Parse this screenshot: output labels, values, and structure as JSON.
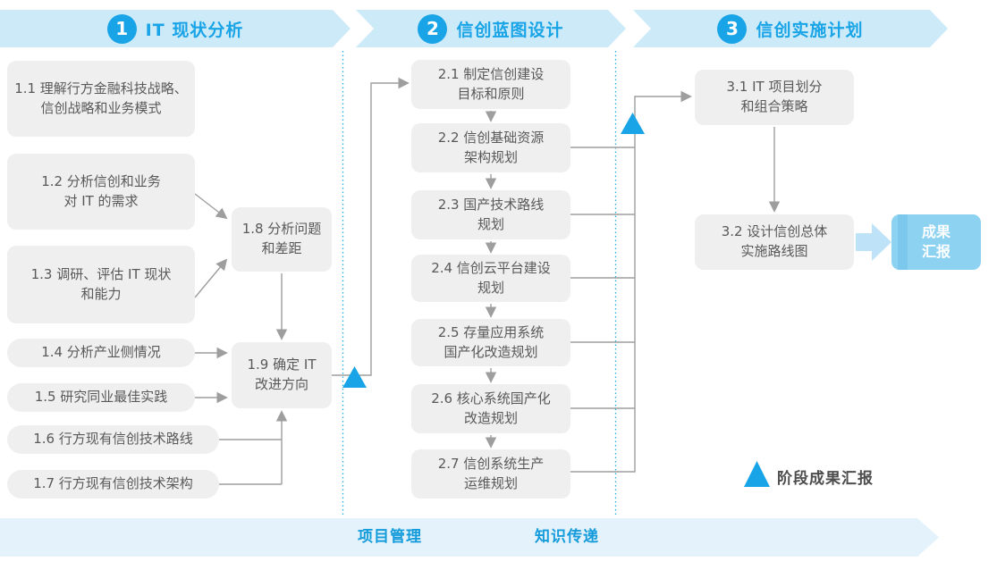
{
  "phases": [
    {
      "number": "1",
      "title": "IT 现状分析"
    },
    {
      "number": "2",
      "title": "信创蓝图设计"
    },
    {
      "number": "3",
      "title": "信创实施计划"
    }
  ],
  "phase1": {
    "boxes": [
      {
        "label": "1.1 理解行方金融科技战略、\n信创战略和业务模式"
      },
      {
        "label": "1.2 分析信创和业务\n对 IT 的需求"
      },
      {
        "label": "1.3 调研、评估 IT 现状\n和能力"
      },
      {
        "label": "1.4 分析产业侧情况"
      },
      {
        "label": "1.5 研究同业最佳实践"
      },
      {
        "label": "1.6 行方现有信创技术路线"
      },
      {
        "label": "1.7 行方现有信创技术架构"
      },
      {
        "label": "1.8 分析问题\n和差距"
      },
      {
        "label": "1.9 确定 IT\n改进方向"
      }
    ]
  },
  "phase2": {
    "boxes": [
      {
        "label": "2.1 制定信创建设\n目标和原则"
      },
      {
        "label": "2.2 信创基础资源\n架构规划"
      },
      {
        "label": "2.3 国产技术路线\n规划"
      },
      {
        "label": "2.4 信创云平台建设\n规划"
      },
      {
        "label": "2.5 存量应用系统\n国产化改造规划"
      },
      {
        "label": "2.6 核心系统国产化\n改造规划"
      },
      {
        "label": "2.7 信创系统生产\n运维规划"
      }
    ]
  },
  "phase3": {
    "boxes": [
      {
        "label": "3.1 IT 项目划分\n和组合策略"
      },
      {
        "label": "3.2 设计信创总体\n实施路线图"
      }
    ]
  },
  "result_box": {
    "label": "成果\n汇报"
  },
  "legend": {
    "label": "阶段成果汇报",
    "marker": "milestone-triangle"
  },
  "bottom_bar": {
    "items": [
      {
        "label": "项目管理"
      },
      {
        "label": "知识传递"
      }
    ]
  },
  "colors": {
    "accent_blue": "#18A4E6",
    "banner_bg": "#CDEAF9",
    "bottom_bar_bg": "#E4F3FB",
    "box_bg": "#EFEFEF",
    "box_text": "#595959",
    "connector_gray": "#9E9E9E",
    "result_box_bg": "#8DD2F1",
    "result_arrow": "#BEE3F8",
    "dotted_divider": "#29ABE2"
  }
}
